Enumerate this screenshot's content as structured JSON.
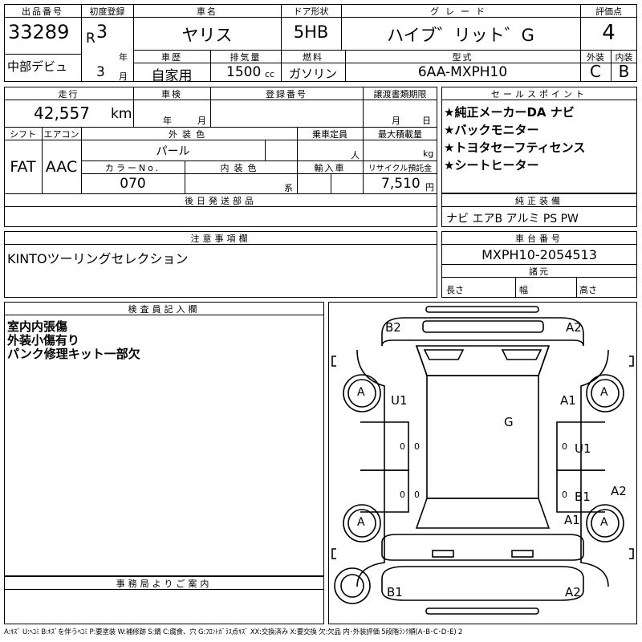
{
  "header": {
    "lot_no_label": "出品番号",
    "lot_no": "33289",
    "debut": "中部デビュ",
    "first_reg_label": "初度登録",
    "era": "R",
    "year": "3",
    "year_unit": "年",
    "month": "3",
    "month_unit": "月",
    "car_name_label": "車名",
    "car_name": "ヤリス",
    "door_label": "ドア形状",
    "door": "5HB",
    "grade_label": "グレード",
    "grade": "ハイブ゛リット゛G",
    "score_label": "評価点",
    "score": "4",
    "history_label": "車歴",
    "history": "自家用",
    "disp_label": "排気量",
    "disp": "1500",
    "disp_unit": "cc",
    "fuel_label": "燃料",
    "fuel": "ガソリン",
    "model_label": "型式",
    "model": "6AA-MXPH10",
    "ext_label": "外装",
    "ext": "C",
    "int_label": "内装",
    "int": "B"
  },
  "row2": {
    "mileage_label": "走行",
    "mileage": "42,557",
    "mileage_unit": "km",
    "inspection_label": "車検",
    "insp_year": "年",
    "insp_month": "月",
    "reg_label": "登録番号",
    "transfer_label": "譲渡書類期限",
    "tr_month": "月",
    "tr_day": "日",
    "shift_label": "シフト",
    "shift": "FAT",
    "ac_label": "エアコン",
    "ac": "AAC",
    "color_label": "外装色",
    "color": "パール",
    "capacity_label": "乗車定員",
    "capacity_unit": "人",
    "load_label": "最大積載量",
    "load_unit": "kg",
    "color_no_label": "カラーNo.",
    "color_no": "070",
    "int_color_label": "内装色",
    "int_color_unit": "系",
    "import_label": "輸入車",
    "recycle_label": "リサイクル預託金",
    "recycle": "7,510",
    "recycle_unit": "円",
    "later_label": "後日発送部品"
  },
  "sales": {
    "label": "セールスポイント",
    "items": [
      "★純正メーカーDA ナビ",
      "★バックモニター",
      "★トヨタセーフティセンス",
      "★シートヒーター"
    ]
  },
  "equip": {
    "label": "純正装備",
    "value": "ナビ エアB アルミ PS PW"
  },
  "notes": {
    "label": "注意事項欄",
    "value": "KINTOツーリングセレクション"
  },
  "chassis": {
    "label": "車台番号",
    "value": "MXPH10-2054513",
    "dims_label": "諸元",
    "length": "長さ",
    "width": "幅",
    "height": "高さ"
  },
  "inspector": {
    "label": "検査員記入欄",
    "lines": [
      "室内内張傷",
      "外装小傷有り",
      "パンク修理キット一部欠"
    ]
  },
  "office": {
    "label": "事務局よりご案内"
  },
  "diagram": {
    "marks": {
      "b2": "B2",
      "a2_top": "A2",
      "u1_left": "U1",
      "a1_right": "A1",
      "g": "G",
      "u1_right": "U1",
      "b1_right": "B1",
      "a2_right": "A2",
      "a1_lower": "A1",
      "b1_bottom": "B1",
      "a2_bottom": "A2"
    },
    "tires": [
      "A",
      "A",
      "A",
      "A"
    ],
    "zeros": [
      "0",
      "0",
      "0",
      "0",
      "0",
      "0"
    ]
  },
  "legend": "A:ｷｽﾞ U:ﾍｺﾐ B:ｷｽﾞを伴うﾍｺﾐ P:要塗装 W:補修跡 S:錆 C:腐食、穴 G:ﾌﾛﾝﾄｶﾞﾗｽ点ｷｽﾞ XX:交換済み X:要交換 欠:欠品 内･外装評価 5段階ﾗﾝｸ順(A･B･C･D･E) 2"
}
